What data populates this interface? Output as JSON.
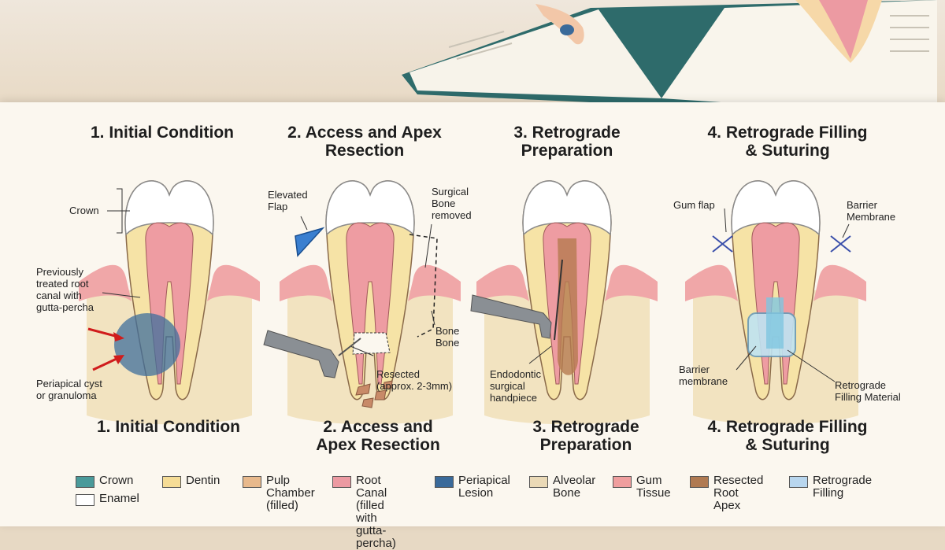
{
  "panels": [
    {
      "title": "1. Initial Condition",
      "subtitle": "1. Initial Condition",
      "labels": {
        "crown": "Crown",
        "root_canal": "Previously\ntreated root\ncanal with\ngutta-percha",
        "lesion": "Periapical cyst\nor granuloma"
      }
    },
    {
      "title": "2. Access and Apex\nResection",
      "subtitle": "2. Access and\nApex Resection",
      "labels": {
        "flap": "Elevated\nFlap",
        "bone_removed": "Surgical\nBone\nremoved",
        "bone": "Bone\nBone",
        "resected": "Resected\n(approx. 2-3mm)"
      }
    },
    {
      "title": "3. Retrograde\nPreparation",
      "subtitle": "3. Retrograde\nPreparation",
      "labels": {
        "handpiece": "Endodontic\nsurgical\nhandpiece"
      }
    },
    {
      "title": "4. Retrograde Filling\n& Suturing",
      "subtitle": "4. Retrograde Filling\n& Suturing",
      "labels": {
        "gum_flap": "Gum flap",
        "barrier_top": "Barrier\nMembrane",
        "barrier_bottom": "Barrier\nmembrane",
        "filling": "Retrograde\nFilling Material"
      }
    }
  ],
  "legend": [
    {
      "label": "Crown",
      "color": "#4a9a9a"
    },
    {
      "label": "Enamel",
      "color": "#ffffff"
    },
    {
      "label": "Dentin",
      "color": "#f5dc96"
    },
    {
      "label": "Pulp\nChamber\n(filled)",
      "color": "#e8b98c"
    },
    {
      "label": "Root Canal\n(filled with\ngutta-percha)",
      "color": "#ec9aa2"
    },
    {
      "label": "Periapical\nLesion",
      "color": "#3a6a9a"
    },
    {
      "label": "Alveolar\nBone",
      "color": "#ead9b6"
    },
    {
      "label": "Gum\nTissue",
      "color": "#ef9e9e"
    },
    {
      "label": "Resected\nRoot Apex",
      "color": "#b07a52"
    },
    {
      "label": "Retrograde\nFilling",
      "color": "#b8d6ee"
    }
  ],
  "colors": {
    "enamel": "#ffffff",
    "dentin": "#f6e3a6",
    "pulp": "#ee9ca2",
    "gum": "#f0a7a8",
    "bone": "#f2e3c0",
    "lesion": "#3f6f9c",
    "resected": "#b57b50",
    "filling": "#bfe3f2",
    "arrow": "#d01c1c",
    "steel": "#8a8f94"
  }
}
